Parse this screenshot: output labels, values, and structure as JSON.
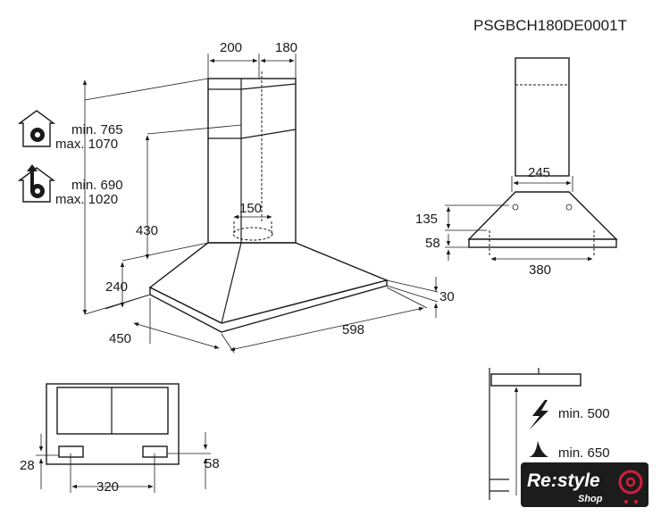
{
  "model_code": "PSGBCH180DE0001T",
  "main_view": {
    "dim_chimney_width": "200",
    "dim_chimney_depth": "180",
    "dim_duct": "150",
    "dim_chimney_lower": "430",
    "dim_hood_height": "240",
    "dim_depth": "450",
    "dim_width": "598",
    "dim_thickness": "30"
  },
  "height_ranges": [
    {
      "icon": "recirculation-house-icon",
      "min": "min. 765",
      "max": "max. 1070"
    },
    {
      "icon": "extraction-house-icon",
      "min": "min. 690",
      "max": "max. 1020"
    }
  ],
  "side_view": {
    "dim_top": "245",
    "dim_135": "135",
    "dim_58": "58",
    "dim_bottom": "380"
  },
  "bottom_view": {
    "dim_left": "28",
    "dim_right": "58",
    "dim_spacing": "320"
  },
  "clearance": [
    {
      "icon": "electric-hob-icon",
      "label": "min. 500"
    },
    {
      "icon": "gas-hob-icon",
      "label": "min. 650"
    }
  ],
  "logo": {
    "brand": "Re:style",
    "sub": "Shop",
    "accent": "#d11f3a"
  }
}
